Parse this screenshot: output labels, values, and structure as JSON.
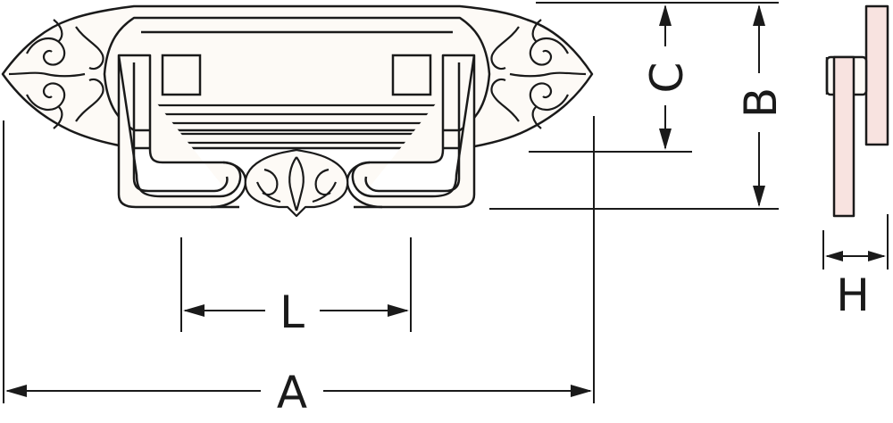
{
  "labels": {
    "A": "A",
    "B": "B",
    "C": "C",
    "L": "L",
    "H": "H"
  },
  "colors": {
    "line": "#1a1a1a",
    "handle_fill": "#fdfaf6",
    "side_fill": "#f8e3e0",
    "background": "#ffffff"
  }
}
